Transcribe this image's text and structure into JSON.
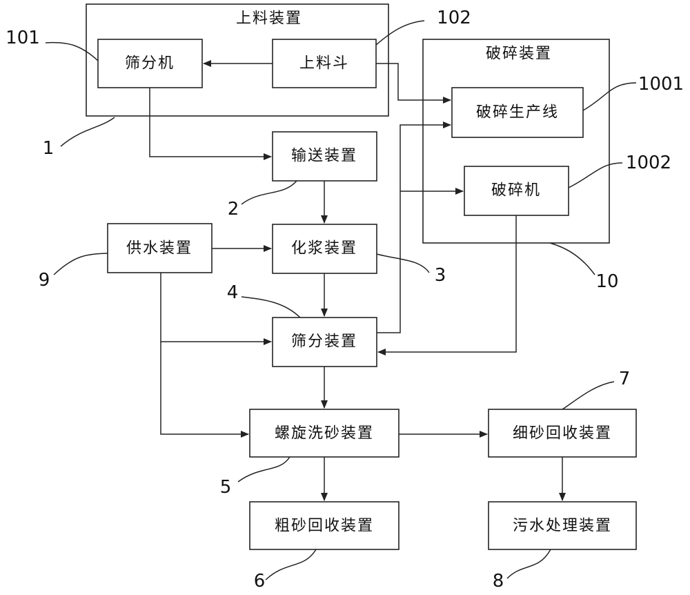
{
  "groups": {
    "feeding_unit": {
      "title": "上料装置",
      "ref": "1"
    },
    "crushing_unit": {
      "title": "破碎装置",
      "ref": "10"
    }
  },
  "nodes": {
    "sieve_machine": {
      "label": "筛分机",
      "ref": "101"
    },
    "hopper": {
      "label": "上料斗",
      "ref": "102"
    },
    "crushing_line": {
      "label": "破碎生产线",
      "ref": "1001"
    },
    "crusher": {
      "label": "破碎机",
      "ref": "1002"
    },
    "conveyor": {
      "label": "输送装置",
      "ref": "2"
    },
    "water_supply": {
      "label": "供水装置",
      "ref": "9"
    },
    "slurry": {
      "label": "化浆装置",
      "ref": "3"
    },
    "screening": {
      "label": "筛分装置",
      "ref": "4"
    },
    "spiral_washer": {
      "label": "螺旋洗砂装置",
      "ref": "5"
    },
    "fine_sand": {
      "label": "细砂回收装置",
      "ref": "7"
    },
    "coarse_sand": {
      "label": "粗砂回收装置",
      "ref": "6"
    },
    "sewage": {
      "label": "污水处理装置",
      "ref": "8"
    }
  },
  "edges": [
    {
      "from": "hopper",
      "to": "sieve_machine"
    },
    {
      "from": "hopper",
      "to": "crushing_line"
    },
    {
      "from": "sieve_machine",
      "to": "conveyor"
    },
    {
      "from": "conveyor",
      "to": "slurry"
    },
    {
      "from": "water_supply",
      "to": "slurry"
    },
    {
      "from": "water_supply",
      "to": "screening"
    },
    {
      "from": "water_supply",
      "to": "spiral_washer"
    },
    {
      "from": "slurry",
      "to": "screening"
    },
    {
      "from": "screening",
      "to": "crushing_line"
    },
    {
      "from": "screening",
      "to": "crusher"
    },
    {
      "from": "crusher",
      "to": "screening"
    },
    {
      "from": "screening",
      "to": "spiral_washer"
    },
    {
      "from": "spiral_washer",
      "to": "fine_sand"
    },
    {
      "from": "spiral_washer",
      "to": "coarse_sand"
    },
    {
      "from": "fine_sand",
      "to": "sewage"
    }
  ]
}
